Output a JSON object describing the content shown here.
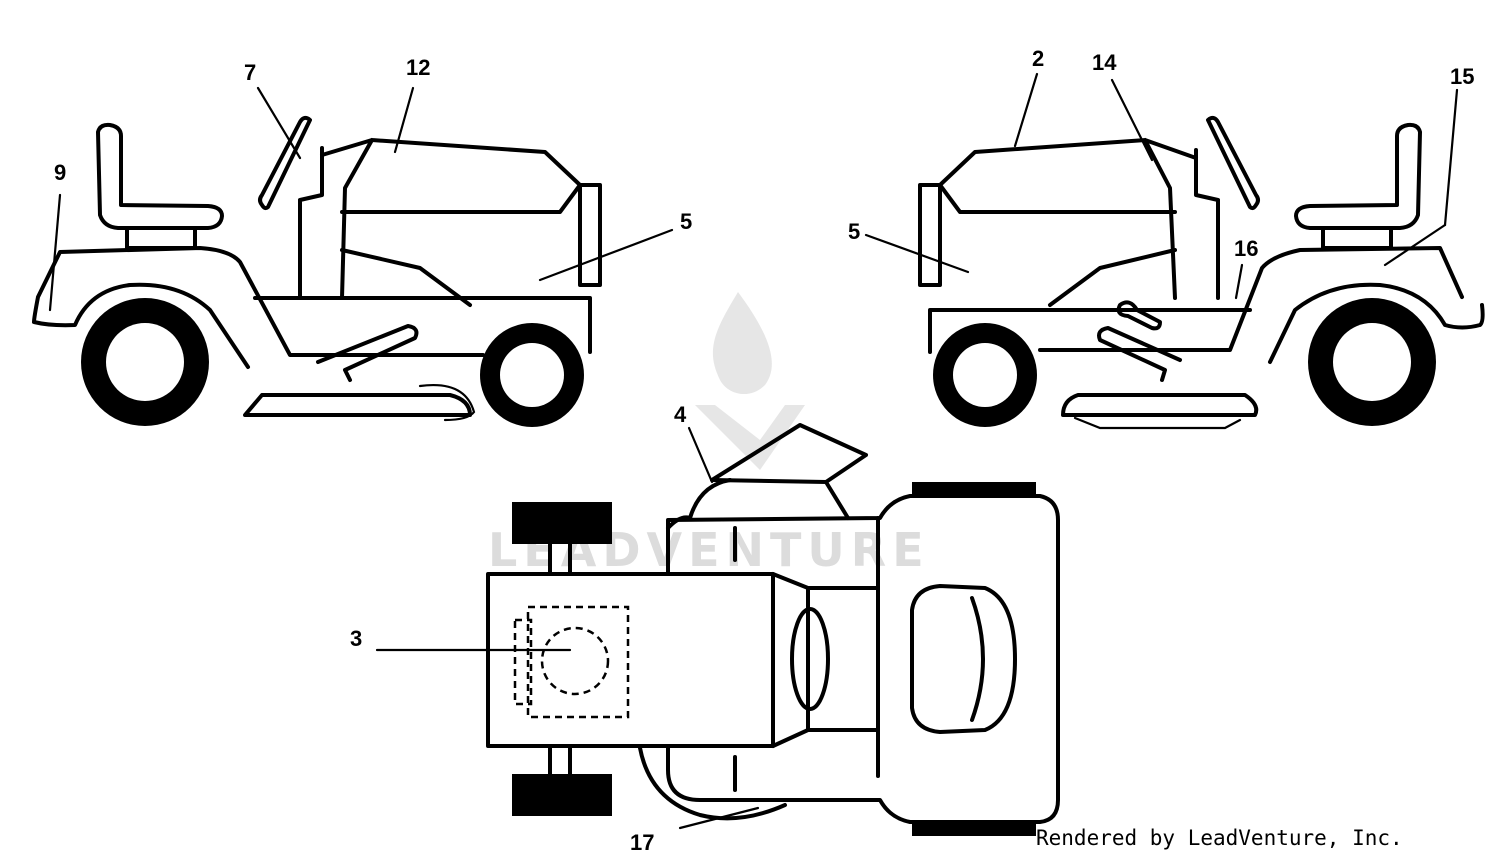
{
  "callouts": {
    "c7": "7",
    "c12": "12",
    "c9": "9",
    "c5_left": "5",
    "c2": "2",
    "c14": "14",
    "c15": "15",
    "c5_right": "5",
    "c16": "16",
    "c4": "4",
    "c3": "3",
    "c17": "17"
  },
  "watermark": {
    "text": "LEADVENTURE"
  },
  "credit": "Rendered by LeadVenture, Inc."
}
